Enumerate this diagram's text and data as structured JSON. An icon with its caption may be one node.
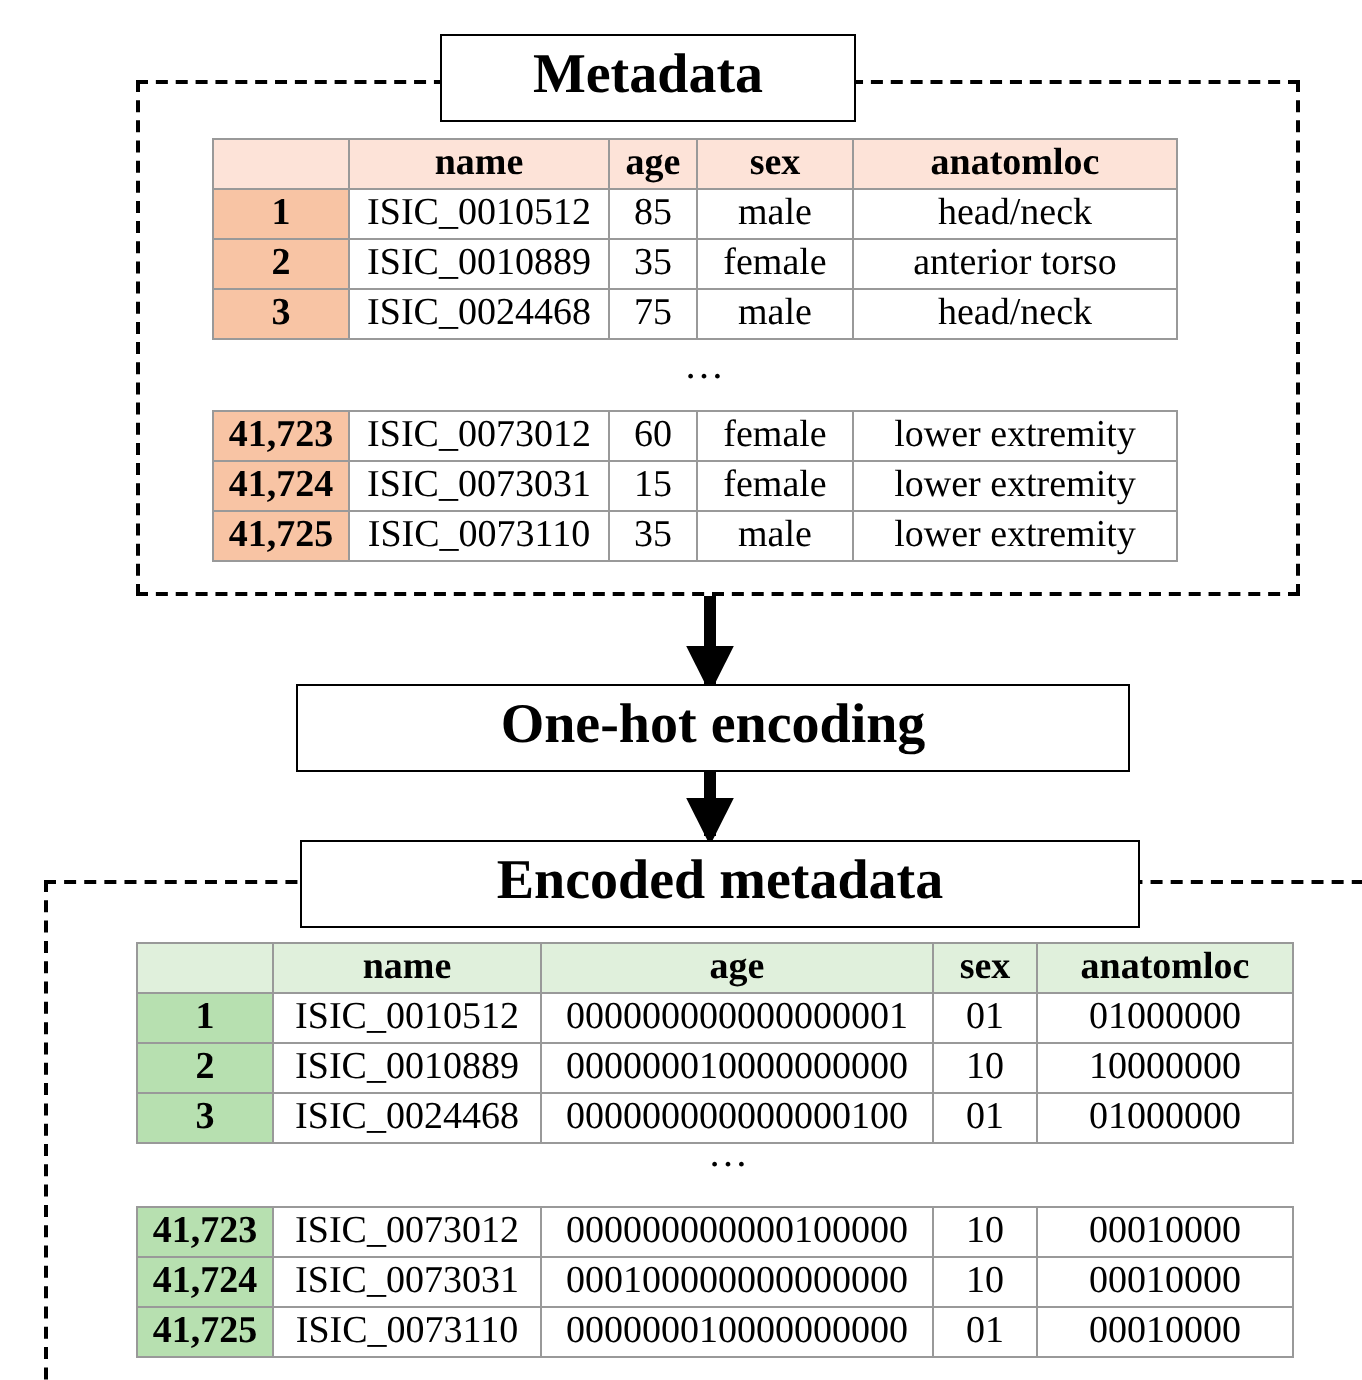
{
  "diagram": {
    "nodes": [
      {
        "text": [
          "Metadata"
        ]
      },
      {
        "text": [
          "One-hot encoding"
        ]
      },
      {
        "text": [
          "Encoded metadata"
        ]
      }
    ],
    "edges": [
      {
        "from": 0,
        "to": 1,
        "arrow": "to"
      },
      {
        "from": 1,
        "to": 2,
        "arrow": "to"
      }
    ],
    "labels": [
      "name",
      "age",
      "sex",
      "anatomloc",
      "1",
      "ISIC_0010512",
      "85",
      "male",
      "head/neck",
      "2",
      "ISIC_0010889",
      "35",
      "female",
      "anterior torso",
      "3",
      "ISIC_0024468",
      "75",
      "male",
      "head/neck",
      "…",
      "41,723",
      "ISIC_0073012",
      "60",
      "female",
      "lower extremity",
      "41,724",
      "ISIC_0073031",
      "15",
      "female",
      "lower extremity",
      "41,725",
      "ISIC_0073110",
      "35",
      "male",
      "lower extremity",
      "name",
      "age",
      "sex",
      "anatomloc",
      "1",
      "ISIC_0010512",
      "000000000000000001",
      "01",
      "01000000",
      "2",
      "ISIC_0010889",
      "000000010000000000",
      "10",
      "10000000",
      "3",
      "ISIC_0024468",
      "000000000000000100",
      "01",
      "01000000",
      "…",
      "41,723",
      "ISIC_0073012",
      "000000000000100000",
      "10",
      "00010000",
      "41,724",
      "ISIC_0073031",
      "000100000000000000",
      "10",
      "00010000",
      "41,725",
      "ISIC_0073110",
      "000000010000000000",
      "01",
      "00010000"
    ]
  }
}
